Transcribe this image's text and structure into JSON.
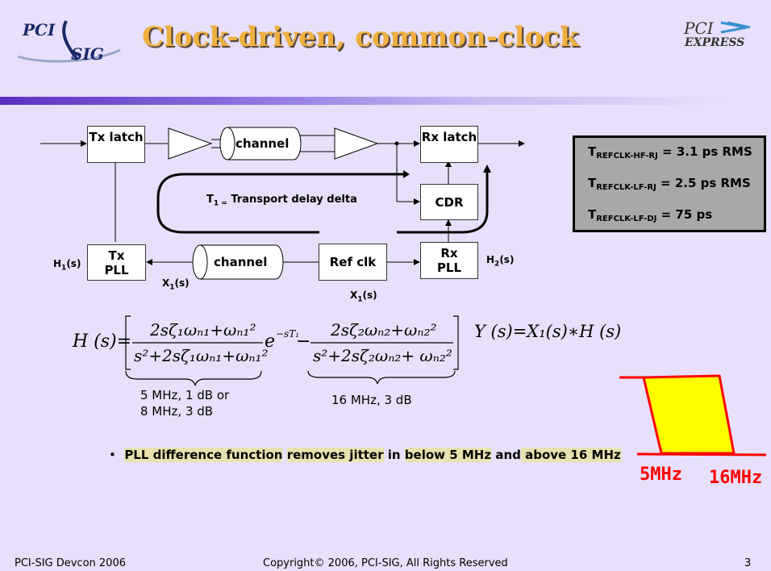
{
  "title": "Clock-driven, common-clock",
  "logos": {
    "left": "PCI SIG",
    "left_line1": "PCI",
    "left_line2": "SIG",
    "right_line1": "PCI",
    "right_line2": "EXPRESS"
  },
  "diagram": {
    "tx_latch": "Tx latch",
    "channel_top": "channel",
    "rx_latch": "Rx latch",
    "cdr": "CDR",
    "transport_delay": {
      "T": "T",
      "sub": "1 =",
      "text": " Transport delay delta"
    },
    "tx_pll": "Tx PLL",
    "channel_bottom": "channel",
    "ref_clk": "Ref clk",
    "rx_pll": "Rx PLL",
    "h1": {
      "base": "H",
      "sub": "1",
      "arg": "(s)"
    },
    "h2": {
      "base": "H",
      "sub": "2",
      "arg": "(s)"
    },
    "x1_left": {
      "base": "X",
      "sub": "1",
      "arg": "(s)"
    },
    "x1_right": {
      "base": "X",
      "sub": "1",
      "arg": "(s)"
    }
  },
  "jitter_specs": [
    {
      "base": "T",
      "sub": "REFCLK-HF-RJ",
      "value": " = 3.1 ps RMS"
    },
    {
      "base": "T",
      "sub": "REFCLK-LF-RJ",
      "value": " = 2.5 ps RMS"
    },
    {
      "base": "T",
      "sub": "REFCLK-LF-DJ",
      "value": " = 75 ps"
    }
  ],
  "equation": {
    "lhs": "H (s)=",
    "term1_num": "2sζ₁ωₙ₁+ωₙ₁²",
    "term1_den": "s²+2sζ₁ωₙ₁+ωₙ₁²",
    "exp": "e",
    "exp_sup": "−sT₁",
    "minus": "−",
    "term2_num": "2sζ₂ωₙ₂+ωₙ₂²",
    "term2_den": "s²+2sζ₂ωₙ₂+ ωₙ₂²",
    "y_eq": "Y (s)=X₁(s)∗H (s)"
  },
  "brace_notes": {
    "left_line1": "5 MHz, 1 dB or",
    "left_line2": "8 MHz, 3 dB",
    "right": "16 MHz, 3 dB"
  },
  "bullet": {
    "marker": "•",
    "parts": [
      "PLL difference function",
      " ",
      "removes jitter",
      " in ",
      "below 5 MHz",
      " and",
      " above 16 MHz"
    ]
  },
  "filter_marks": {
    "low": "5MHz",
    "high": "16MHz"
  },
  "colors": {
    "background": "#e8e0fa",
    "title": "#f0b040",
    "filter_fill": "#ffff00",
    "filter_stroke": "#ff0000",
    "highlight": "#e8e2b0"
  },
  "footer": {
    "left": "PCI-SIG Devcon 2006",
    "center": "Copyright© 2006, PCI-SIG, All Rights Reserved",
    "page": "3"
  }
}
